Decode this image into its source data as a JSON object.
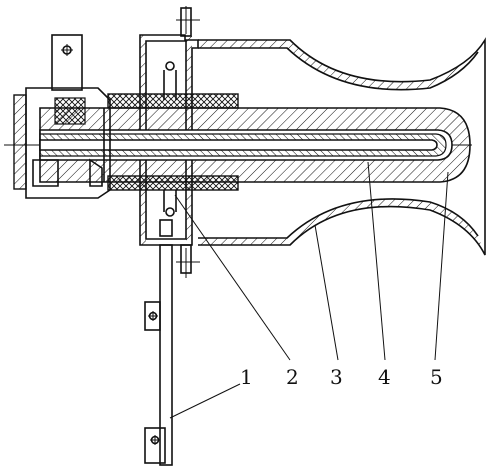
{
  "drawing": {
    "callouts": [
      {
        "id": "c1",
        "label": "1"
      },
      {
        "id": "c2",
        "label": "2"
      },
      {
        "id": "c3",
        "label": "3"
      },
      {
        "id": "c4",
        "label": "4"
      },
      {
        "id": "c5",
        "label": "5"
      }
    ],
    "colors": {
      "ink": "#111111",
      "background": "#ffffff"
    },
    "symbols": [
      "bolt-cross-icon"
    ]
  }
}
